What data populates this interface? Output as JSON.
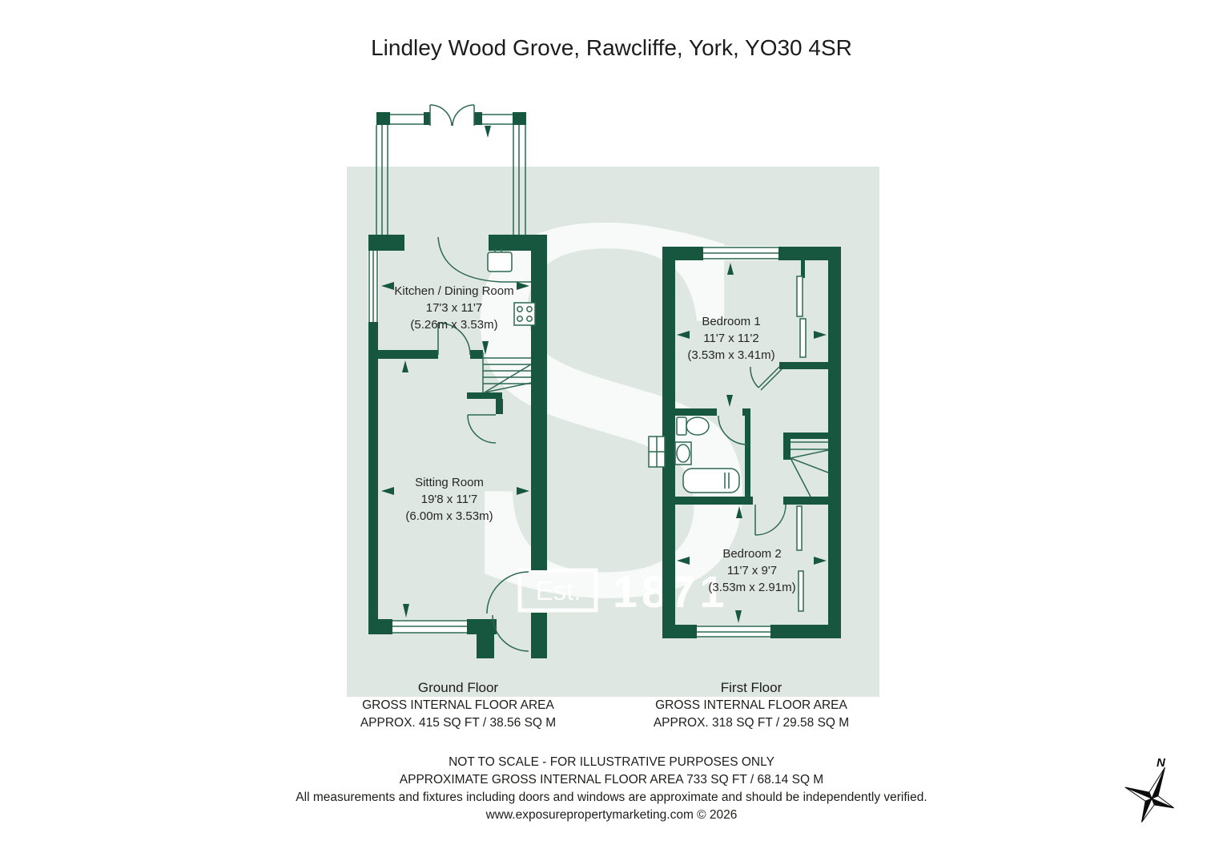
{
  "title": "Lindley Wood Grove, Rawcliffe, York, YO30 4SR",
  "watermark": {
    "letter": "S",
    "est_label": "Est.",
    "year": "1871"
  },
  "compass": {
    "north_label": "N"
  },
  "ground_floor": {
    "caption": "Ground Floor",
    "area_label": "GROSS INTERNAL FLOOR AREA",
    "area_value": "APPROX. 415 SQ FT / 38.56 SQ M",
    "rooms": [
      {
        "name": "Kitchen / Dining Room",
        "size_imperial": "17'3 x 11'7",
        "size_metric": "(5.26m x 3.53m)"
      },
      {
        "name": "Sitting Room",
        "size_imperial": "19'8 x 11'7",
        "size_metric": "(6.00m x 3.53m)"
      }
    ]
  },
  "first_floor": {
    "caption": "First Floor",
    "area_label": "GROSS INTERNAL FLOOR AREA",
    "area_value": "APPROX. 318 SQ FT / 29.58 SQ M",
    "rooms": [
      {
        "name": "Bedroom 1",
        "size_imperial": "11'7 x 11'2",
        "size_metric": "(3.53m x 3.41m)"
      },
      {
        "name": "Bedroom 2",
        "size_imperial": "11'7 x 9'7",
        "size_metric": "(3.53m x 2.91m)"
      }
    ]
  },
  "footer": {
    "line1": "NOT TO SCALE - FOR ILLUSTRATIVE PURPOSES ONLY",
    "line2": "APPROXIMATE GROSS INTERNAL FLOOR AREA 733 SQ FT / 68.14 SQ M",
    "line3": "All measurements and fixtures including doors and windows are approximate and should be independently verified.",
    "line4": "www.exposurepropertymarketing.com © 2026"
  },
  "colors": {
    "wall": "#17573f",
    "thin_line": "#2c6852",
    "floor_background": "#dfe7e2"
  }
}
